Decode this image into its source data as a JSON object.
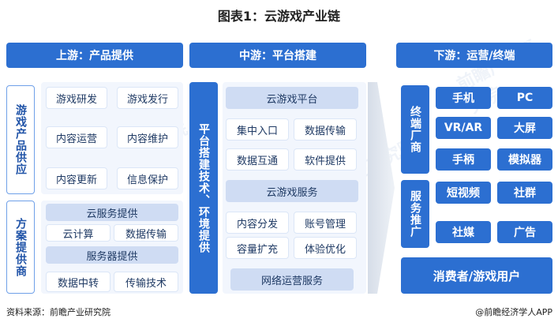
{
  "title": "图表1：云游戏产业链",
  "columns": {
    "upstream": {
      "header": "上游：产品提供",
      "game_side": "游戏产品供应",
      "game_items": [
        "游戏研发",
        "游戏发行",
        "内容运营",
        "内容维护",
        "内容更新",
        "信息保护"
      ],
      "plan_side": "方案提供商",
      "cloud_service": "云服务提供",
      "cloud_items": [
        "云计算",
        "数据传输"
      ],
      "server_service": "服务器提供",
      "server_items": [
        "数据中转",
        "传输技术"
      ]
    },
    "midstream": {
      "header": "中游：平台搭建",
      "side": "平台搭建技术、环境提供",
      "platform": "云游戏平台",
      "platform_items": [
        "集中入口",
        "数据传输",
        "数据互通",
        "软件提供"
      ],
      "service": "云游戏服务",
      "service_items": [
        "内容分发",
        "账号管理",
        "容量扩充",
        "体验优化"
      ],
      "network": "网络运营服务"
    },
    "downstream": {
      "header": "下游：运营/终端",
      "terminal_side": "终端厂商",
      "terminal_items": [
        "手机",
        "PC",
        "VR/AR",
        "大屏",
        "手柄",
        "模拟器"
      ],
      "promo_side": "服务推广",
      "promo_items": [
        "短视频",
        "社群",
        "社媒",
        "广告"
      ],
      "consumer": "消费者/游戏用户"
    }
  },
  "footer": {
    "source": "资料来源：前瞻产业研究院",
    "brand": "@前瞻经济学人APP"
  },
  "colors": {
    "primary": "#2c6fd1",
    "light": "#cfdcf3",
    "panel": "#f2f6fd"
  }
}
